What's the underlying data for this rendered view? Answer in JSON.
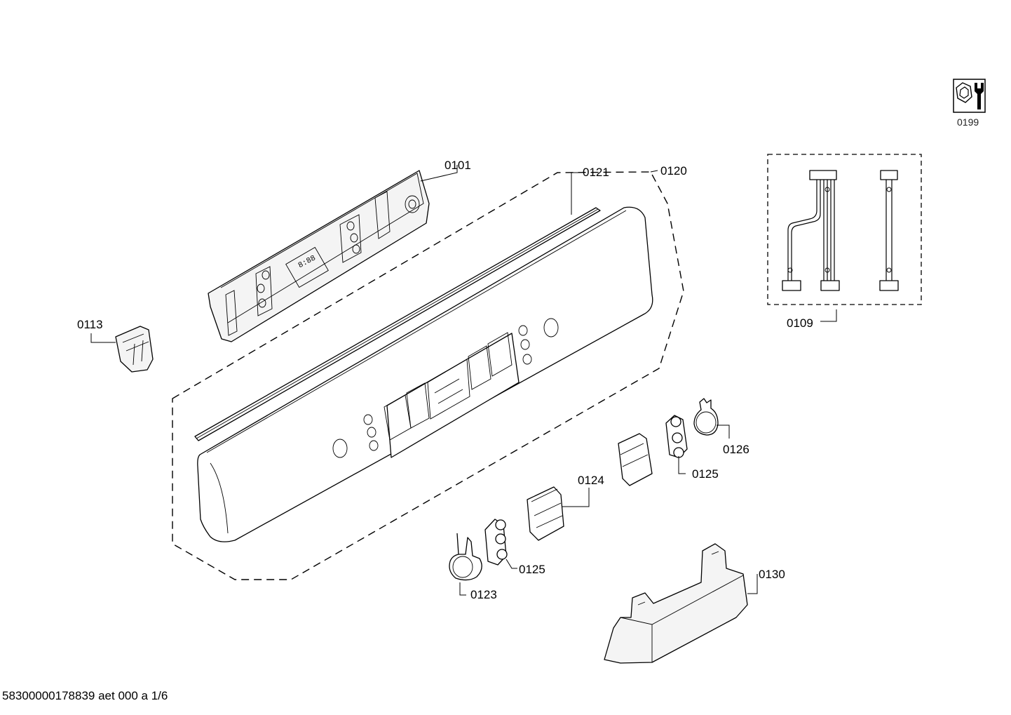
{
  "diagram": {
    "parts": {
      "p0101": "0101",
      "p0109": "0109",
      "p0113": "0113",
      "p0120": "0120",
      "p0121": "0121",
      "p0123": "0123",
      "p0124": "0124",
      "p0125a": "0125",
      "p0125b": "0125",
      "p0126": "0126",
      "p0130": "0130",
      "p0199": "0199"
    },
    "icons": {
      "tools": "wrench-nut-icon"
    }
  },
  "footer": {
    "code": "58300000178839 aet 000 a 1/6"
  }
}
